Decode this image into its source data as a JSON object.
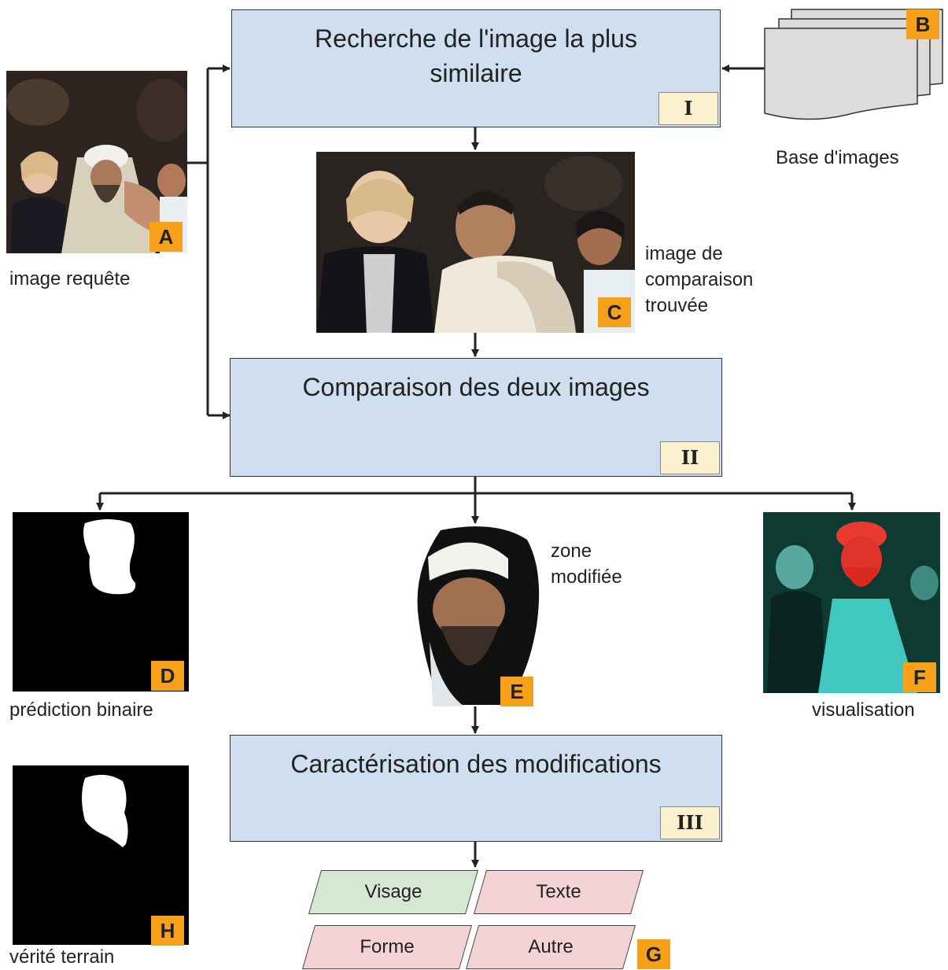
{
  "steps": {
    "search": {
      "title_line1": "Recherche de l'image la plus",
      "title_line2": "similaire",
      "roman": "I"
    },
    "compare": {
      "title": "Comparaison des deux images",
      "roman": "II"
    },
    "characterize": {
      "title": "Caractérisation des modifications",
      "roman": "III"
    }
  },
  "tags": {
    "a": "A",
    "b": "B",
    "c": "C",
    "d": "D",
    "e": "E",
    "f": "F",
    "g": "G",
    "h": "H"
  },
  "labels": {
    "query_image": "image requête",
    "database": "Base d'images",
    "found_line1": "image de",
    "found_line2": "comparaison",
    "found_line3": "trouvée",
    "zone_line1": "zone",
    "zone_line2": "modifiée",
    "binary": "prédiction binaire",
    "visualisation": "visualisation",
    "ground_truth": "vérité terrain"
  },
  "categories": [
    {
      "label": "Visage",
      "color": "#d6e8d3"
    },
    {
      "label": "Texte",
      "color": "#f4d3d6"
    },
    {
      "label": "Forme",
      "color": "#f4d3d6"
    },
    {
      "label": "Autre",
      "color": "#f4d3d6"
    }
  ],
  "colors": {
    "box_fill": "#cfdff0",
    "roman_fill": "#fbf1cf",
    "tag_fill": "#f7a11a"
  }
}
